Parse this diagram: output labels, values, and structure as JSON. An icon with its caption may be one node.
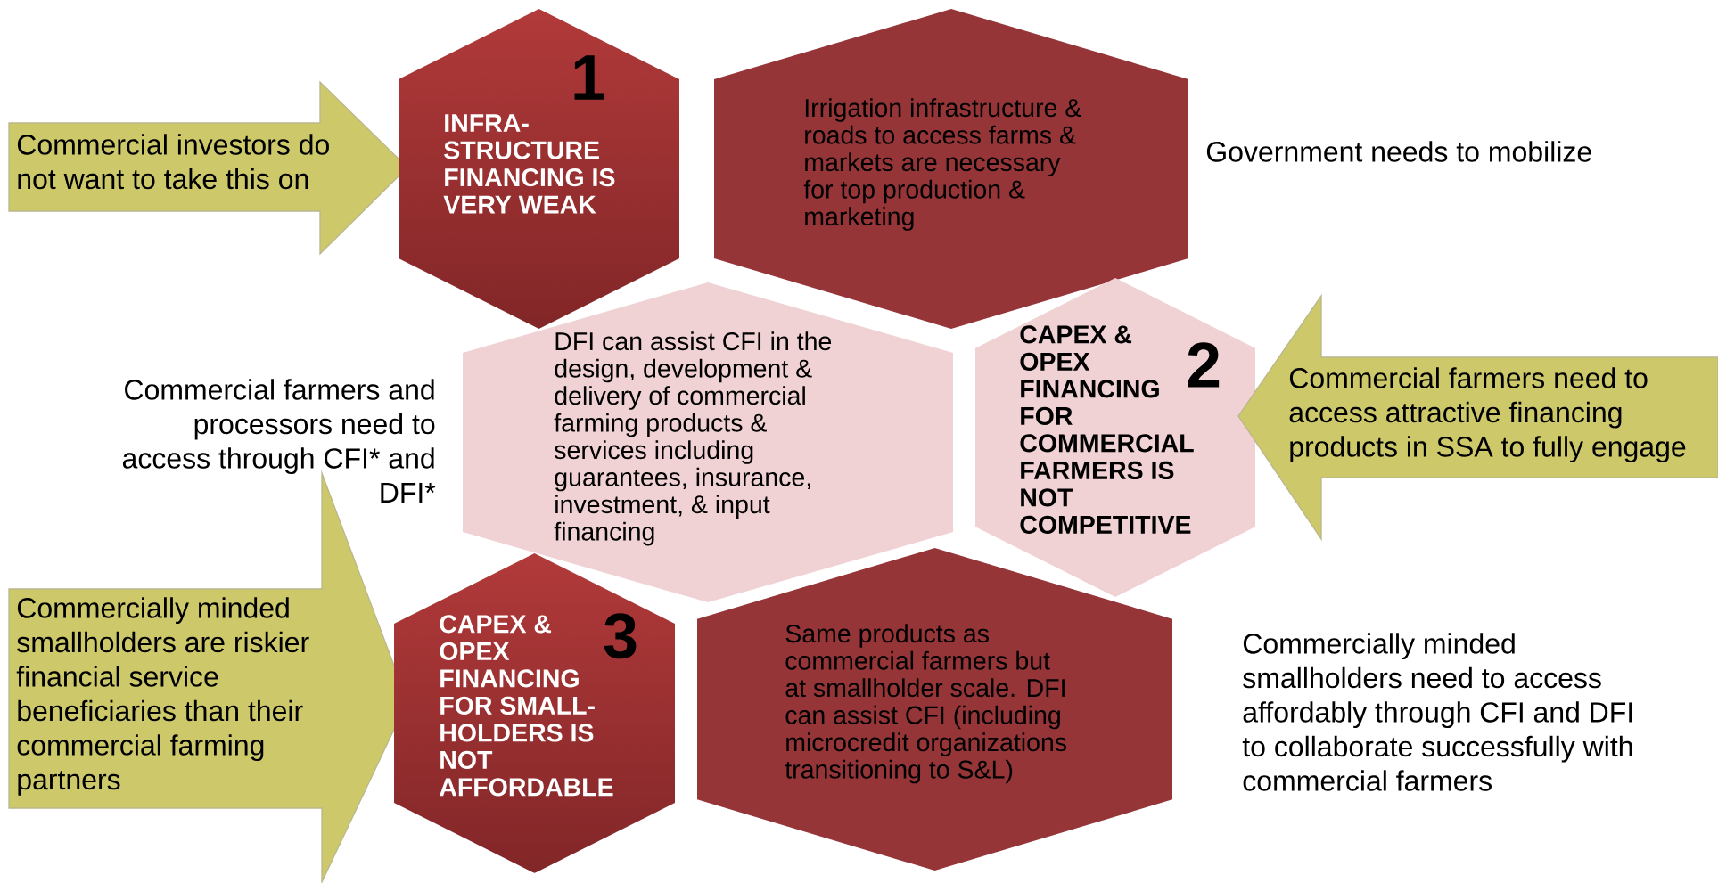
{
  "diagram": {
    "nodes": [
      {
        "text": [
          "Commercial investors do not want to take this on"
        ]
      },
      {
        "text": [
          "1",
          "INFRA- STRUCTURE FINANCING IS VERY WEAK"
        ]
      },
      {
        "text": [
          "Irrigation infrastructure & roads to access farms & markets are necessary for top production & marketing"
        ],
        "beside": [
          "Government needs to mobilize"
        ]
      },
      {
        "text": [
          "DFI can assist CFI in the design, development & delivery of commercial farming products & services including guarantees, insurance, investment, & input financing"
        ]
      },
      {
        "text": [
          "CAPEX & OPEX FINANCING FOR COMMERCIAL FARMERS IS NOT COMPETITIVE",
          "2"
        ]
      },
      {
        "text": [
          "Commercial farmers need to access attractive financing products in SSA to fully engage"
        ]
      },
      {
        "text": [
          "Commercially minded smallholders are riskier financial service beneficiaries than their commercial farming partners"
        ]
      },
      {
        "text": [
          "CAPEX & OPEX FINANCING FOR SMALL- HOLDERS IS NOT AFFORDABLE",
          "3"
        ]
      },
      {
        "text": [
          "Same products as commercial farmers but at smallholder scale. DFI can assist CFI (including microcredit organizations transitioning to S&L)"
        ]
      }
    ],
    "labels": [
      "Commercial farmers and processors need to access through CFI* and DFI*",
      "Commercially minded smallholders need to access affordably through CFI and DFI to collaborate successfully with commercial farmers"
    ]
  }
}
